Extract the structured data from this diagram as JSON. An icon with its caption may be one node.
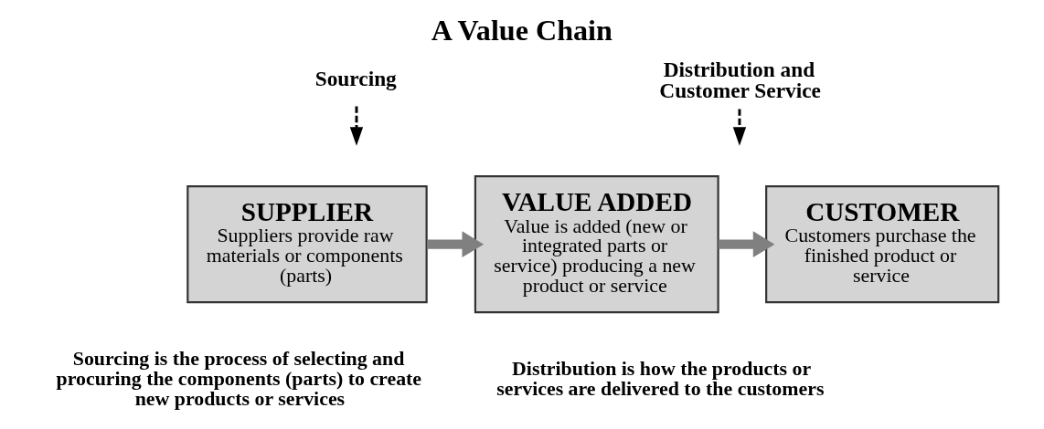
{
  "diagram": {
    "title": "A Value Chain",
    "nodes": [
      {
        "text": [
          "SUPPLIER",
          "Suppliers provide raw materials or components (parts)"
        ]
      },
      {
        "text": [
          "VALUE ADDED",
          "Value is added (new or integrated parts or service) producing a new product or service"
        ]
      },
      {
        "text": [
          "CUSTOMER",
          "Customers purchase the finished product or service"
        ]
      },
      {
        "text": [
          "Sourcing"
        ]
      },
      {
        "text": [
          "Distribution and Customer Service"
        ]
      }
    ],
    "edges": [
      {
        "from": 0,
        "to": 1,
        "arrow": "to",
        "style": "thick",
        "color": "#808080"
      },
      {
        "from": 1,
        "to": 2,
        "arrow": "to",
        "style": "thick",
        "color": "#808080"
      },
      {
        "from": 3,
        "to": null,
        "arrow": "to",
        "style": "dashed",
        "color": "#000000"
      },
      {
        "from": 4,
        "to": null,
        "arrow": "to",
        "style": "dashed",
        "color": "#000000"
      }
    ],
    "labels": [
      "Sourcing is the process of selecting and procuring the components (parts) to create new products or services",
      "Distribution is how the products or services are delivered to the customers"
    ]
  }
}
